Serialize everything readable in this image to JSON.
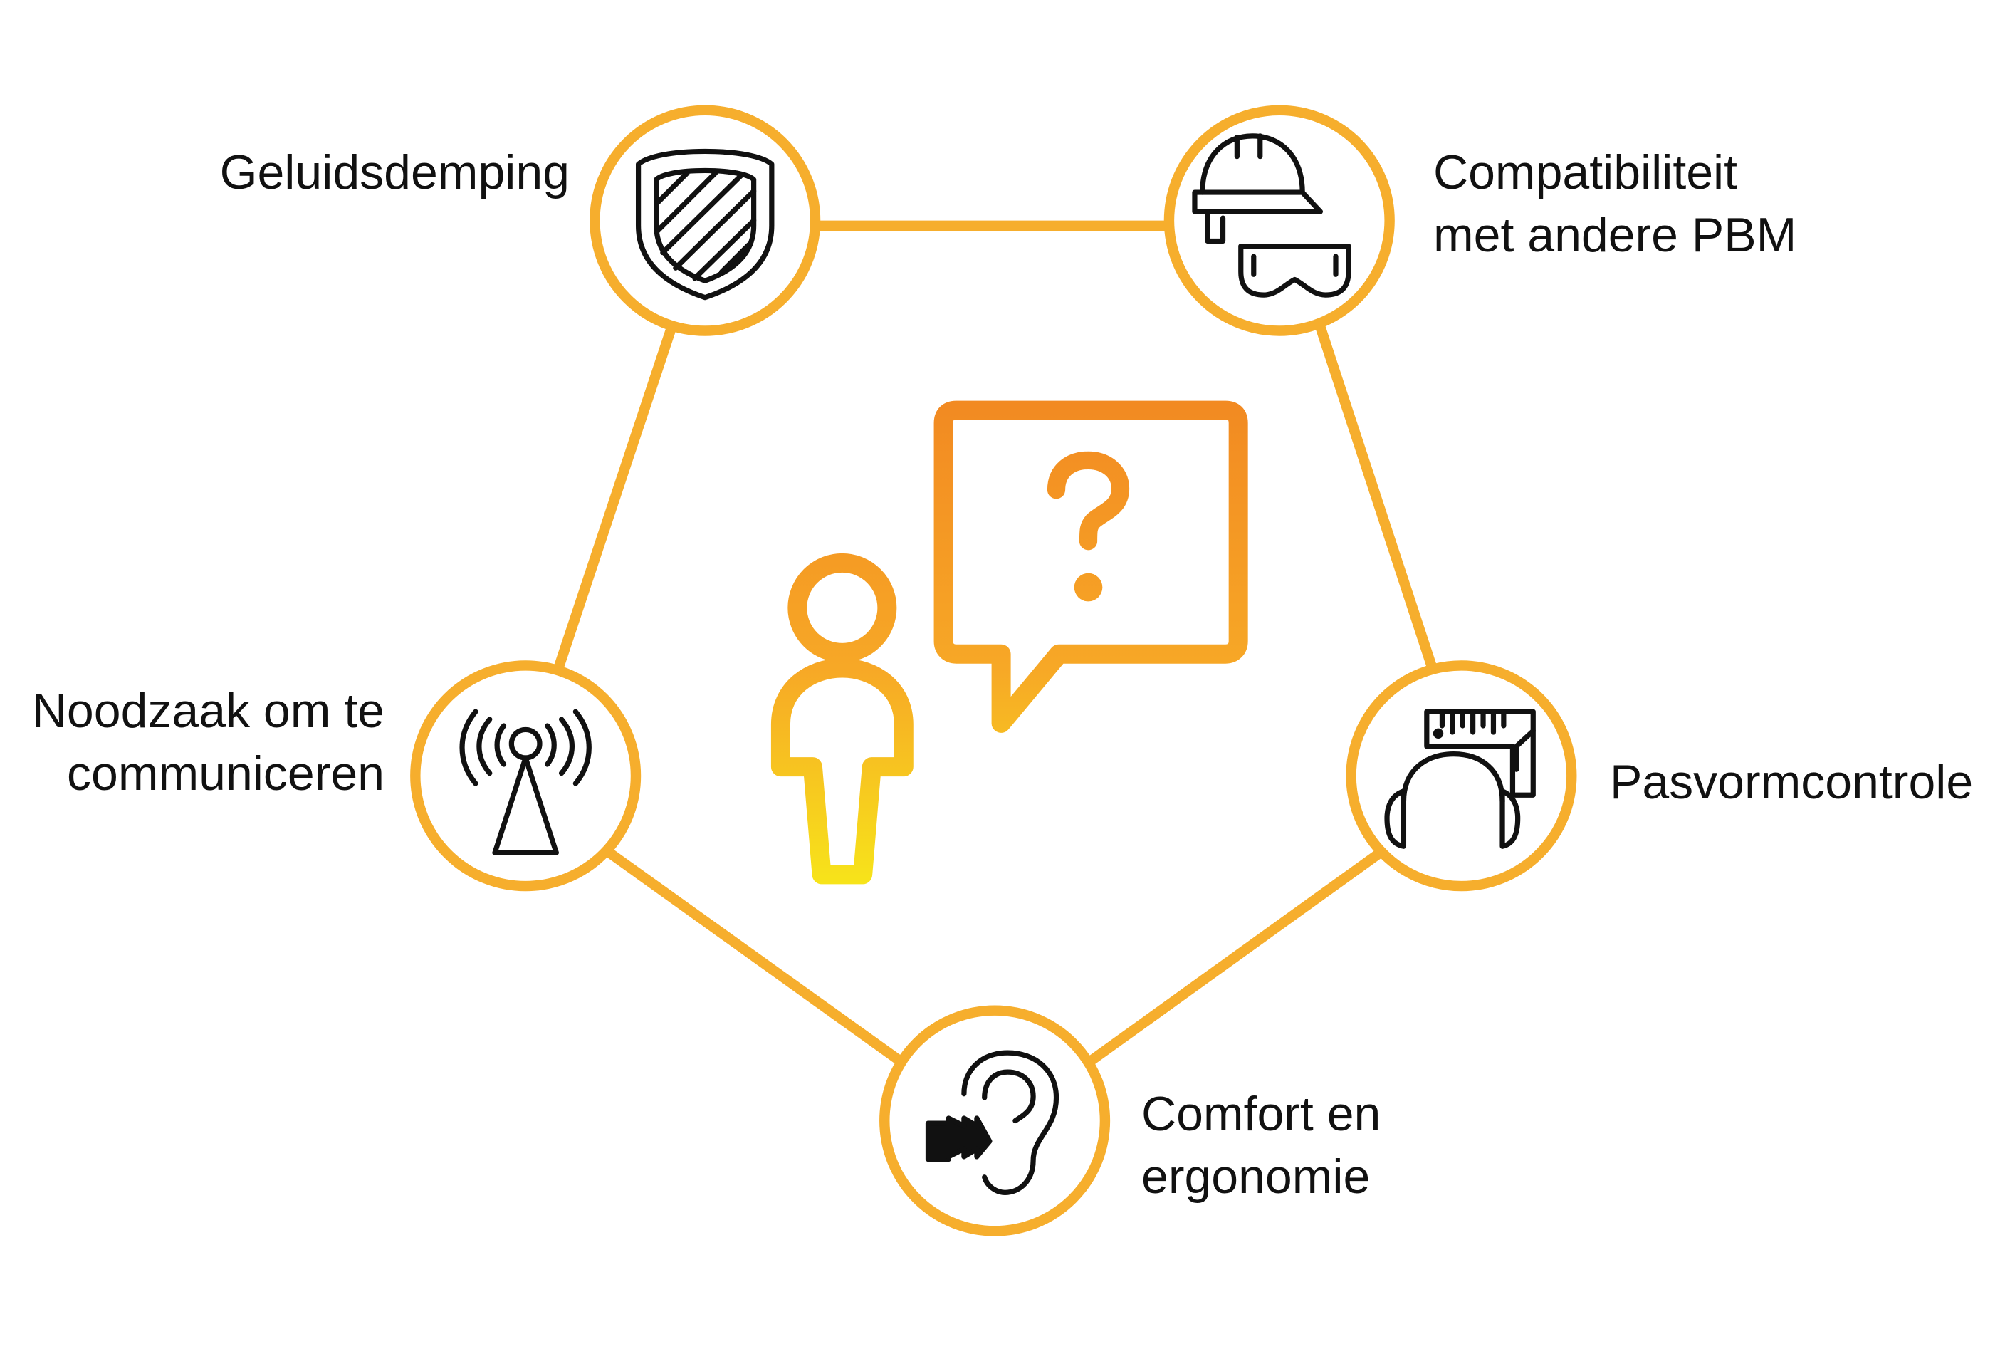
{
  "title": "",
  "colors": {
    "ring": "#F6AE2D",
    "icon": "#111111",
    "gradient_top": "#F28A22",
    "gradient_bottom": "#F7E41A"
  },
  "nodes": [
    {
      "id": "geluidsdemping",
      "icon": "shield-icon",
      "label_lines": [
        "Geluidsdemping"
      ]
    },
    {
      "id": "compatibiliteit",
      "icon": "helmet-goggles-icon",
      "label_lines": [
        "Compatibiliteit",
        "met andere PBM"
      ]
    },
    {
      "id": "pasvormcontrole",
      "icon": "earmuff-ruler-icon",
      "label_lines": [
        "Pasvormcontrole"
      ]
    },
    {
      "id": "comfort",
      "icon": "ear-earplug-icon",
      "label_lines": [
        "Comfort en",
        "ergonomie"
      ]
    },
    {
      "id": "communiceren",
      "icon": "antenna-icon",
      "label_lines": [
        "Noodzaak om te",
        "communiceren"
      ]
    }
  ],
  "center": {
    "person_icon": "person-icon",
    "bubble_icon": "question-bubble-icon",
    "bubble_text": "?"
  }
}
